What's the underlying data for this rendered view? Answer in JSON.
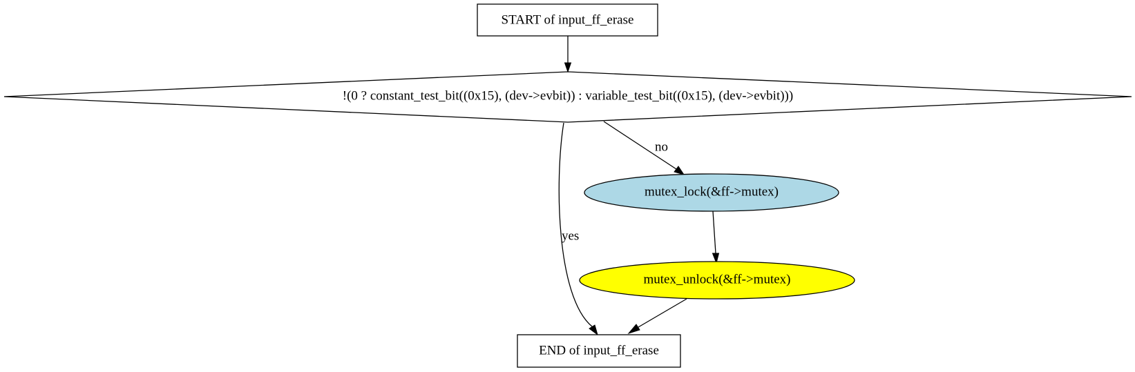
{
  "diagram": {
    "nodes": {
      "start": {
        "label": "START of input_ff_erase",
        "shape": "box",
        "fill": "#ffffff"
      },
      "condition": {
        "label": "!(0 ? constant_test_bit((0x15), (dev->evbit)) : variable_test_bit((0x15), (dev->evbit)))",
        "shape": "diamond",
        "fill": "#ffffff"
      },
      "lock": {
        "label": "mutex_lock(&ff->mutex)",
        "shape": "ellipse",
        "fill": "#add8e6"
      },
      "unlock": {
        "label": "mutex_unlock(&ff->mutex)",
        "shape": "ellipse",
        "fill": "#ffff00"
      },
      "end": {
        "label": "END of input_ff_erase",
        "shape": "box",
        "fill": "#ffffff"
      }
    },
    "edges": {
      "start_to_condition": {
        "from": "start",
        "to": "condition",
        "label": ""
      },
      "condition_to_lock": {
        "from": "condition",
        "to": "lock",
        "label": "no"
      },
      "condition_to_end": {
        "from": "condition",
        "to": "end",
        "label": "yes"
      },
      "lock_to_unlock": {
        "from": "lock",
        "to": "unlock",
        "label": ""
      },
      "unlock_to_end": {
        "from": "unlock",
        "to": "end",
        "label": ""
      }
    }
  }
}
